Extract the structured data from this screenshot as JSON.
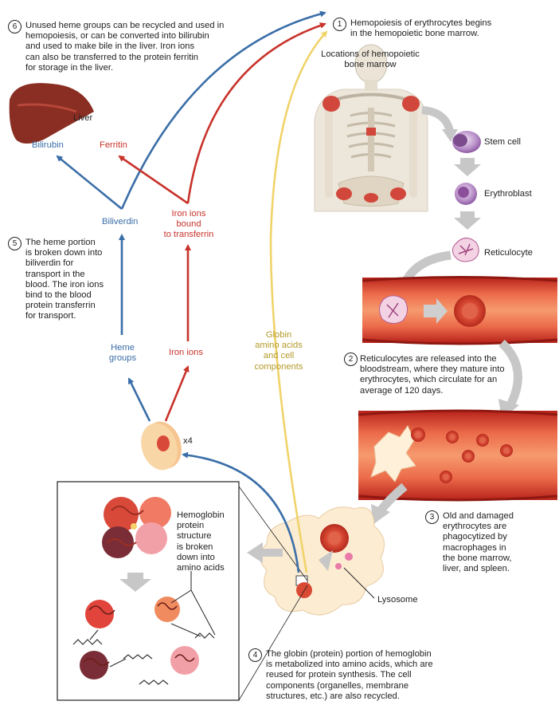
{
  "steps": {
    "s1": {
      "num": "1",
      "text": "Hemopoiesis of erythrocytes begins\nin the hemopoietic bone marrow."
    },
    "s2": {
      "num": "2",
      "text": "Reticulocytes are released into the\nbloodstream, where they mature into\nerythrocytes, which circulate for an\naverage of 120 days."
    },
    "s3": {
      "num": "3",
      "text": "Old and damaged\nerythrocytes are\nphagocytized by\nmacrophages in\nthe bone marrow,\nliver, and spleen."
    },
    "s4": {
      "num": "4",
      "text": "The globin (protein) portion of hemoglobin\nis metabolized into amino acids, which are\nreused for protein synthesis. The cell\ncomponents (organelles, membrane\nstructures, etc.) are also recycled."
    },
    "s5": {
      "num": "5",
      "text": "The heme portion\nis broken down into\nbiliverdin for\ntransport in the\nblood. The iron ions\nbind to the blood\nprotein transferrin\nfor transport."
    },
    "s6": {
      "num": "6",
      "text": "Unused heme groups can be recycled and used in\nhemopoiesis, or can be converted into bilirubin\nand used to make bile in the liver. Iron ions\ncan also be transferred to the protein ferritin\nfor storage in the liver."
    }
  },
  "labels": {
    "marrow_locations": "Locations of hemopoietic\nbone marrow",
    "stem_cell": "Stem cell",
    "erythroblast": "Erythroblast",
    "reticulocyte": "Reticulocyte",
    "liver": "Liver",
    "bilirubin": "Bilirubin",
    "ferritin": "Ferritin",
    "biliverdin": "Biliverdin",
    "iron_bound": "Iron ions\nbound\nto transferrin",
    "heme_groups": "Heme\ngroups",
    "iron_ions": "Iron ions",
    "globin": "Globin\namino acids\nand cell\ncomponents",
    "x4": "x4",
    "hemoglobin": "Hemoglobin\nprotein\nstructure\nis broken\ndown into\namino acids",
    "lysosome": "Lysosome"
  },
  "colors": {
    "heme_blue": "#3a6ea8",
    "iron_red": "#c8332b",
    "globin_gold": "#f0d36a",
    "vessel_red": "#d5362c",
    "gray_arrow": "#c7c7c7"
  }
}
